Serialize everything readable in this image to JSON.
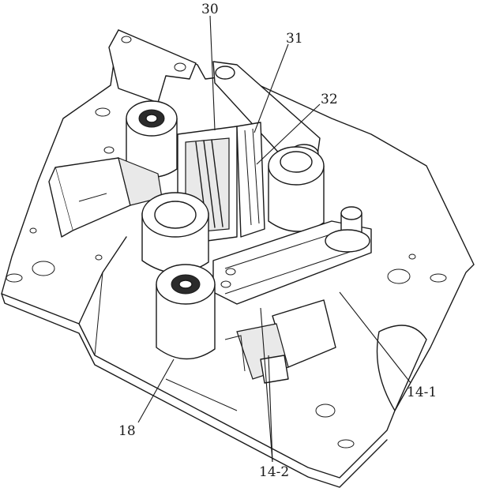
{
  "labels": {
    "l30": "30",
    "l31": "31",
    "l32": "32",
    "l18": "18",
    "l14_1": "14-1",
    "l14_2": "14-2"
  }
}
